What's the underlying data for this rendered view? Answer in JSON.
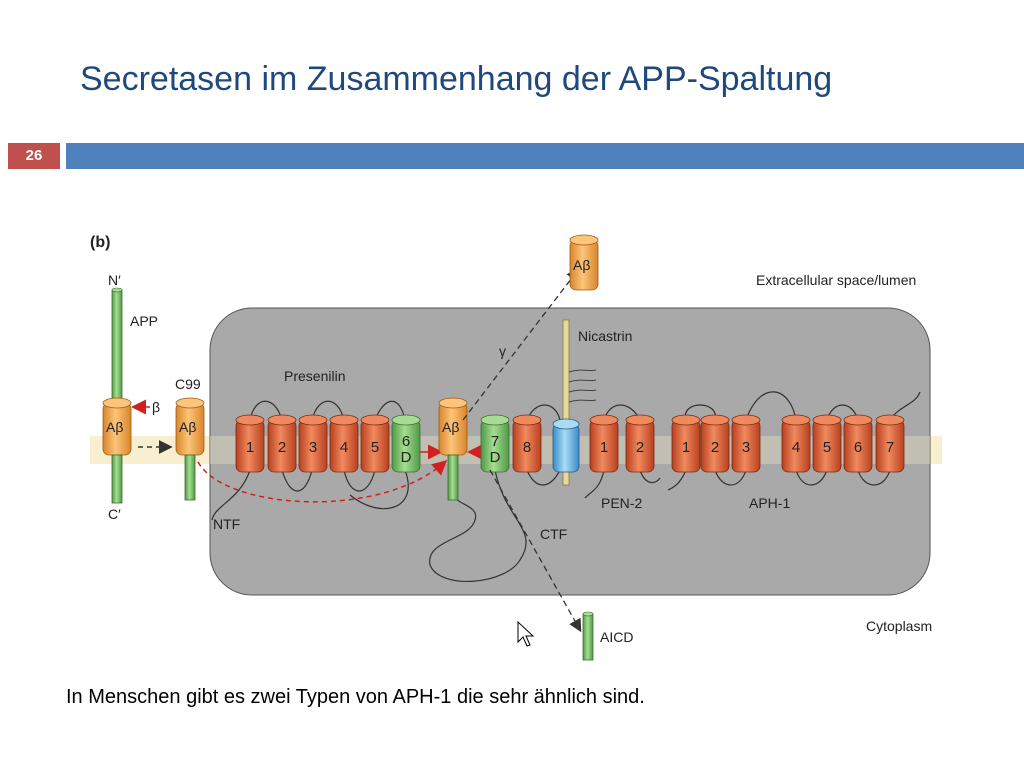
{
  "slide": {
    "title": "Secretasen im Zusammenhang der APP-Spaltung",
    "number": "26",
    "caption": "In Menschen gibt es zwei Typen von APH-1 die sehr ähnlich sind."
  },
  "diagram": {
    "panel_label": "(b)",
    "labels": {
      "n_term": "N′",
      "c_term": "C′",
      "app": "APP",
      "c99": "C99",
      "beta": "β",
      "gamma": "γ",
      "abeta": "Aβ",
      "presenilin": "Presenilin",
      "nicastrin": "Nicastrin",
      "extracellular": "Extracellular space/lumen",
      "cytoplasm": "Cytoplasm",
      "ntf": "NTF",
      "ctf": "CTF",
      "pen2": "PEN-2",
      "aph1": "APH-1",
      "aicd": "AICD",
      "d": "D"
    },
    "presenilin_helices": [
      "1",
      "2",
      "3",
      "4",
      "5",
      "6"
    ],
    "presenilin_ctf_helices": [
      "7",
      "8"
    ],
    "pen2_helices": [
      "1",
      "2"
    ],
    "aph1_helices": [
      "1",
      "2",
      "3",
      "4",
      "5",
      "6",
      "7"
    ],
    "colors": {
      "title": "#1f497d",
      "slide_number_bg": "#c0504d",
      "header_bar": "#4f81bd",
      "complex_bg": "#a9a9a9",
      "membrane": "#f7efcf",
      "helix_red": "#e0623a",
      "helix_green": "#7fbf6a",
      "helix_orange": "#f0a64a",
      "nicastrin": "#e8d99a",
      "helix_blue": "#5aaee0",
      "arrow_red": "#d02020"
    }
  }
}
